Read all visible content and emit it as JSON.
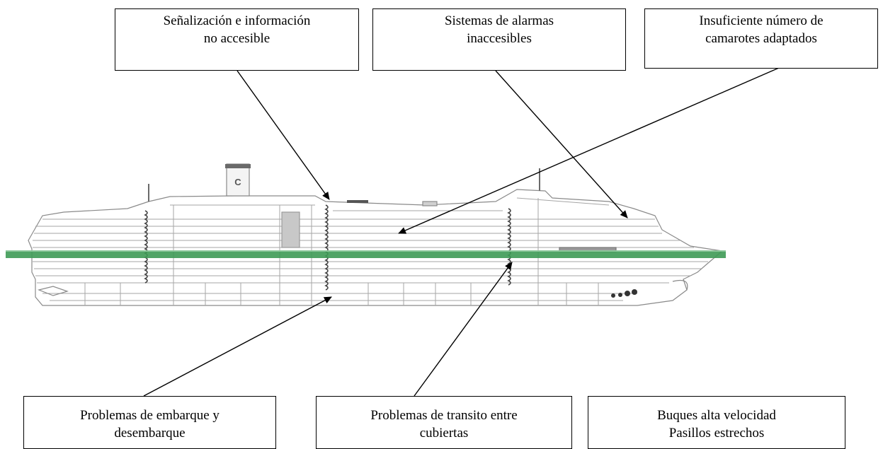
{
  "diagram": {
    "callouts_top": [
      {
        "line1": "Señalización  e información",
        "line2": "no accesible"
      },
      {
        "line1": "Sistemas de alarmas",
        "line2": "inaccesibles"
      },
      {
        "line1": "Insuficiente número de",
        "line2": "camarotes adaptados"
      }
    ],
    "callouts_bottom": [
      {
        "line1": "Problemas de embarque  y",
        "line2": "desembarque"
      },
      {
        "line1": "Problemas de transito entre",
        "line2": "cubiertas"
      },
      {
        "line1": "Buques alta velocidad",
        "line2": "Pasillos estrechos"
      }
    ],
    "funnel_logo": "C",
    "colors": {
      "waterline": "#3e9a55",
      "hull_lines": "#8a8a8a",
      "box_border": "#000000"
    }
  }
}
